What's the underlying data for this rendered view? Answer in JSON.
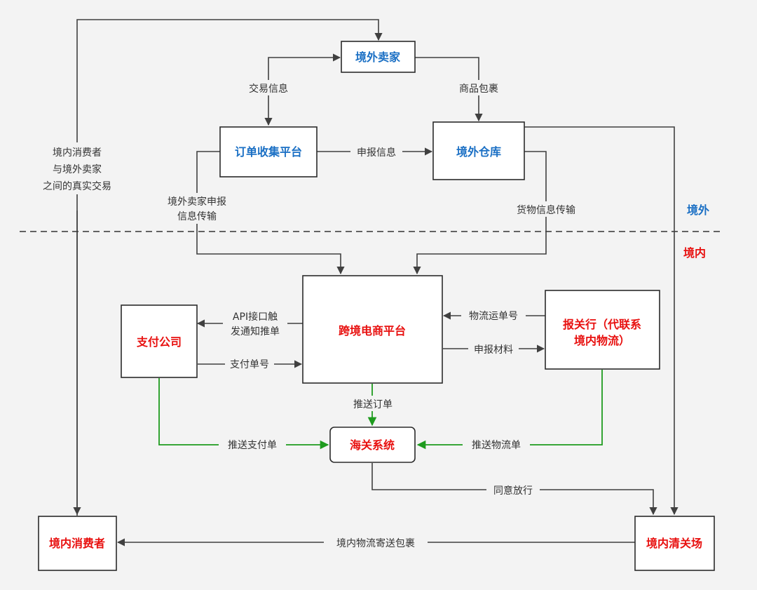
{
  "nodes": {
    "overseas_seller": "境外卖家",
    "order_platform": "订单收集平台",
    "overseas_warehouse": "境外仓库",
    "cbec_platform": "跨境电商平台",
    "payment_company": "支付公司",
    "customs_broker_line1": "报关行（代联系",
    "customs_broker_line2": "境内物流）",
    "customs_system": "海关系统",
    "domestic_consumer": "境内消费者",
    "clearance_site": "境内清关场"
  },
  "regions": {
    "overseas": "境外",
    "domestic": "境内"
  },
  "edges": {
    "trade_info": "交易信息",
    "goods_package": "商品包裹",
    "declare_info": "申报信息",
    "real_trade_line1": "境内消费者",
    "real_trade_line2": "与境外卖家",
    "real_trade_line3": "之间的真实交易",
    "seller_declare_line1": "境外卖家申报",
    "seller_declare_line2": "信息传输",
    "goods_info": "货物信息传输",
    "api_line1": "API接口触",
    "api_line2": "发通知推单",
    "pay_number": "支付单号",
    "logistics_number": "物流运单号",
    "declare_materials": "申报材料",
    "push_order": "推送订单",
    "push_payment": "推送支付单",
    "push_logistics": "推送物流单",
    "approve_release": "同意放行",
    "domestic_delivery": "境内物流寄送包裹"
  },
  "colors": {
    "blue_label": "#1a6fc4",
    "red_label": "#e8100f",
    "green_edge": "#1e9b1e",
    "dark_edge": "#404040"
  }
}
